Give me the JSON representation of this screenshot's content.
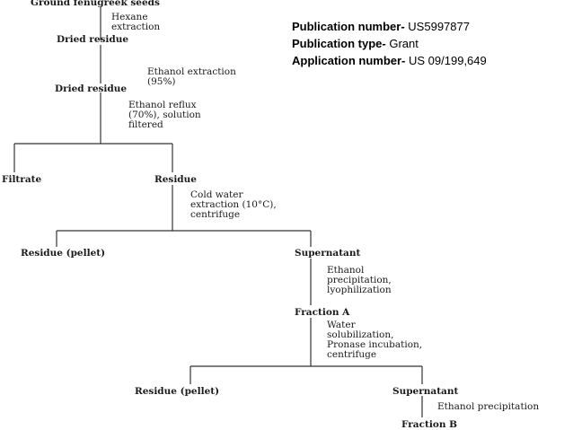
{
  "publication": {
    "number_label": "Publication number-",
    "number_value": "US5997877",
    "type_label": "Publication type-",
    "type_value": "Grant",
    "application_label": "Application number-",
    "application_value": "US 09/199,649"
  },
  "flowchart": {
    "nodes": {
      "ground_seeds": "Ground fenugreek seeds",
      "dried_residue_1": "Dried residue",
      "dried_residue_2": "Dried residue",
      "filtrate": "Filtrate",
      "residue": "Residue",
      "residue_pellet_1": "Residue (pellet)",
      "supernatant_1": "Supernatant",
      "fraction_a": "Fraction A",
      "residue_pellet_2": "Residue (pellet)",
      "supernatant_2": "Supernatant",
      "fraction_b": "Fraction B"
    },
    "steps": {
      "hexane": "Hexane\nextraction",
      "ethanol_extraction": "Ethanol extraction\n(95%)",
      "ethanol_reflux": "Ethanol reflux\n(70%), solution\nfiltered",
      "cold_water": "Cold water\nextraction (10°C),\ncentrifuge",
      "ethanol_precip_lyo": "Ethanol\nprecipitation,\nlyophilization",
      "water_solub": "Water\nsolubilization,\nPronase incubation,\ncentrifuge",
      "ethanol_precip": "Ethanol precipitation"
    }
  }
}
